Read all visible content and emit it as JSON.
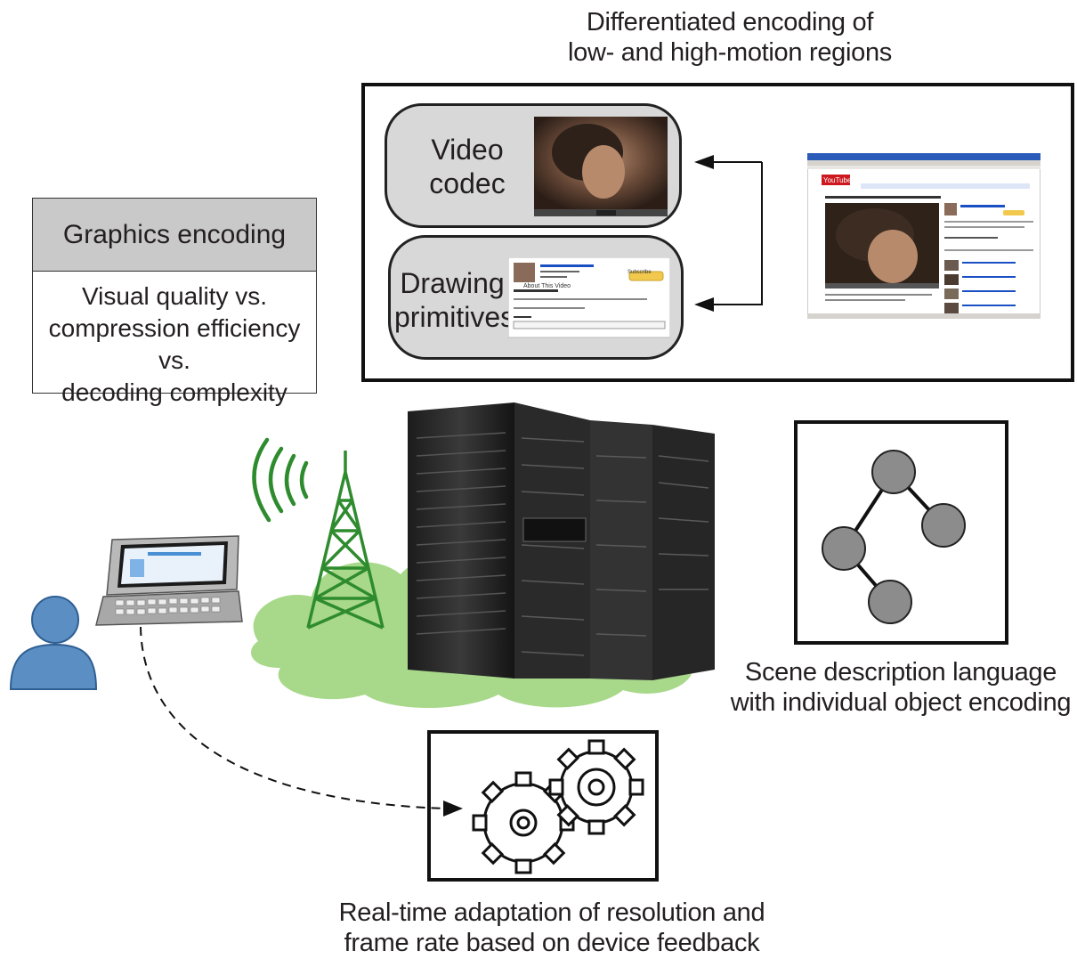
{
  "titles": {
    "differentiated_line1": "Differentiated encoding of",
    "differentiated_line2": "low- and high-motion regions"
  },
  "graphics_encoding": {
    "header": "Graphics encoding",
    "line1": "Visual quality vs.",
    "line2": "compression efficiency vs.",
    "line3": "decoding complexity"
  },
  "codec_box": {
    "line1": "Video",
    "line2": "codec"
  },
  "primitives_box": {
    "line1": "Drawing",
    "line2": "primitives"
  },
  "scene_caption": {
    "line1": "Scene description language",
    "line2": "with individual object encoding"
  },
  "adaptation_caption": {
    "line1": "Real-time adaptation of resolution and",
    "line2": "frame rate based on device feedback"
  },
  "screenshot_thumb": {
    "logo": "YouTube",
    "about_label": "About This Video",
    "subscribe_label": "Subscribe"
  },
  "colors": {
    "panel_gray": "#d8d8d8",
    "header_gray": "#c9c9c9",
    "tower_green": "#2e8b2e",
    "cloud_green": "#a8d88a",
    "user_blue": "#5b8fc4",
    "node_gray": "#8c8c8c"
  },
  "icons": [
    "user-icon",
    "handheld-device-icon",
    "radio-tower-icon",
    "signal-waves-icon",
    "server-rack-icon",
    "gear-icon",
    "tree-graph-icon"
  ]
}
